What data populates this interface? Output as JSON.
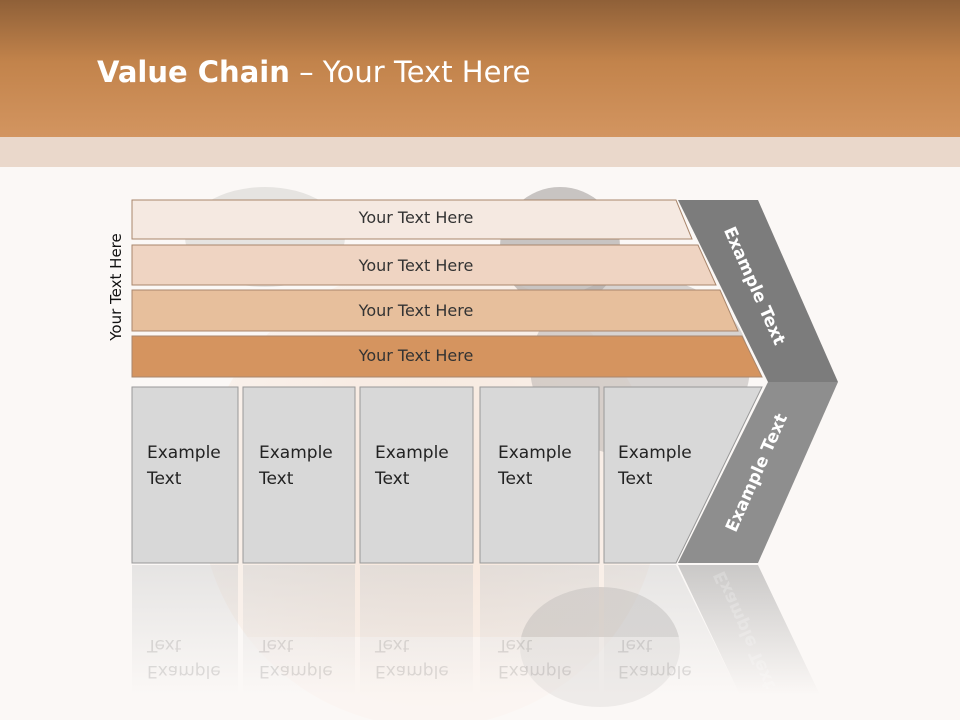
{
  "slide": {
    "title_bold": "Value Chain",
    "title_rest": " – Your Text Here",
    "side_label": "Your Text Here"
  },
  "bars": [
    {
      "label": "Your Text Here",
      "color": "#f5e9e1"
    },
    {
      "label": "Your Text Here",
      "color": "#efd4c2"
    },
    {
      "label": "Your Text Here",
      "color": "#e7bf9c"
    },
    {
      "label": "Your Text Here",
      "color": "#d5945f"
    }
  ],
  "cells": [
    {
      "line1": "Example",
      "line2": "Text"
    },
    {
      "line1": "Example",
      "line2": "Text"
    },
    {
      "line1": "Example",
      "line2": "Text"
    },
    {
      "line1": "Example",
      "line2": "Text"
    },
    {
      "line1": "Example",
      "line2": "Text"
    }
  ],
  "chevron": {
    "upper_label": "Example Text",
    "lower_label": "Example Text",
    "upper_color": "#7c7c7c",
    "lower_color": "#8e8e8e"
  },
  "colors": {
    "header_top": "#8f6038",
    "header_bottom": "#d39560",
    "cell_fill": "#d8d8d8"
  }
}
